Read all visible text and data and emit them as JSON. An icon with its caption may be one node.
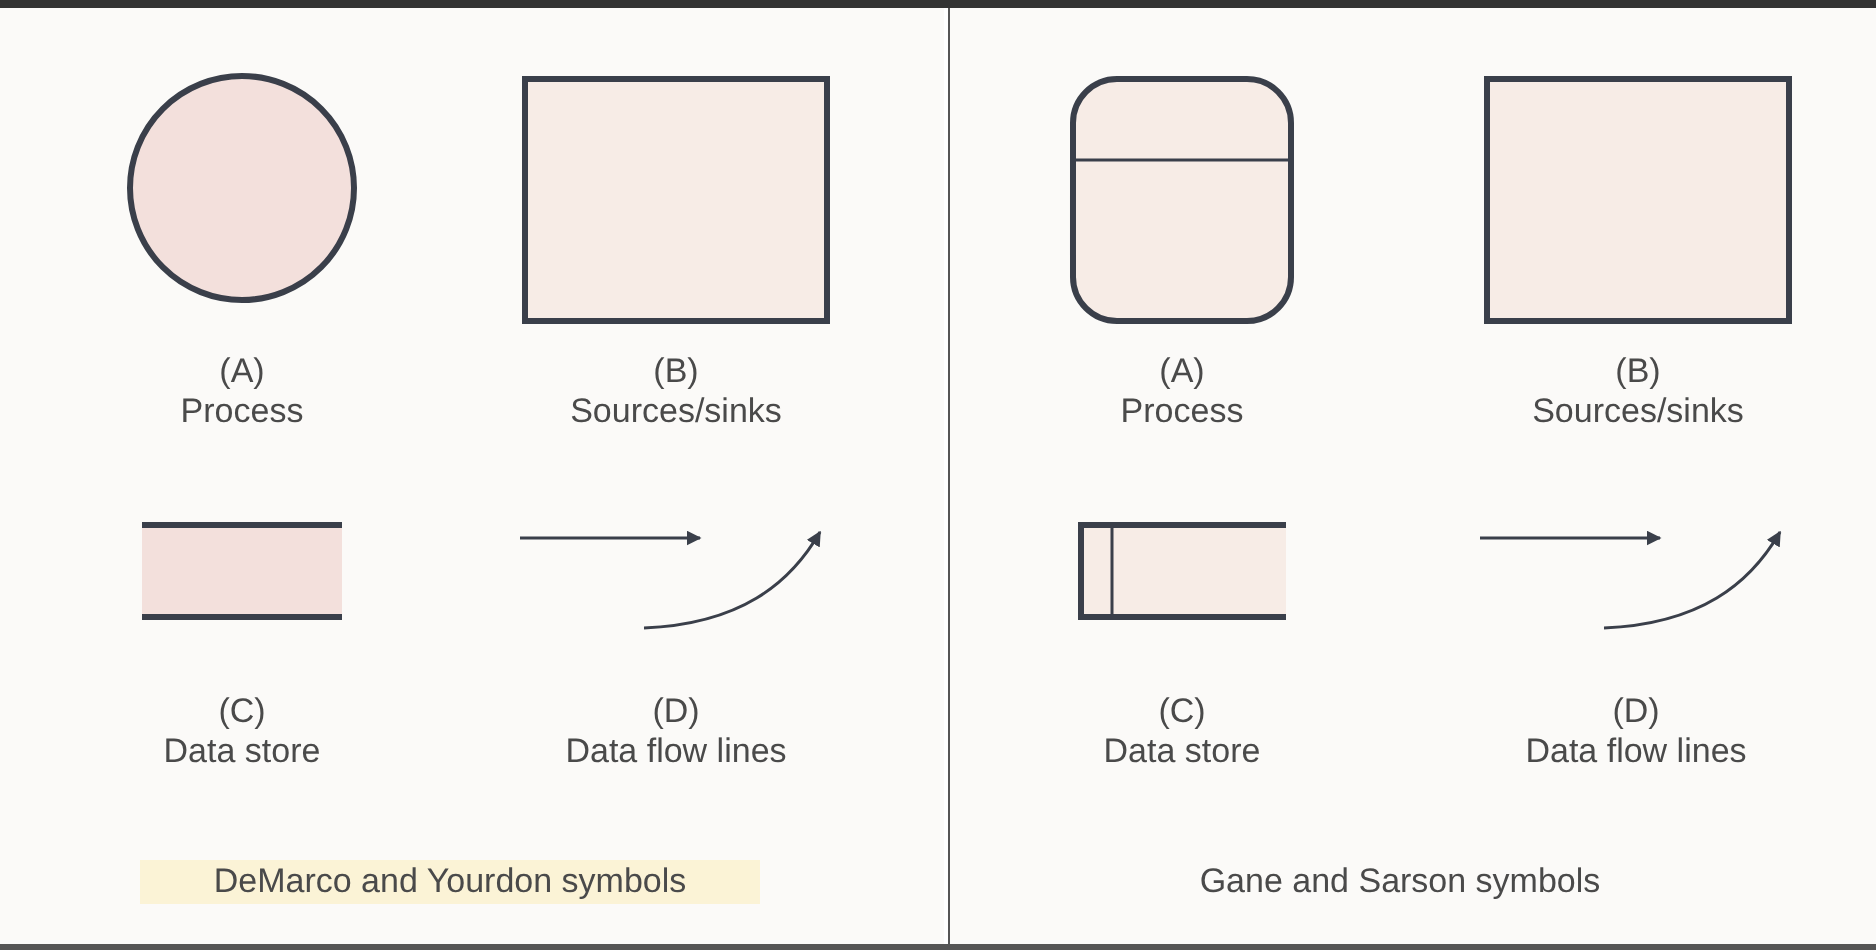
{
  "diagram": {
    "nodes": [
      {
        "text": [
          "DeMarco and Yourdon symbols"
        ]
      },
      {
        "text": [
          "(A)",
          "Process"
        ],
        "in": 0
      },
      {
        "text": [
          "(B)",
          "Sources/sinks"
        ],
        "in": 0
      },
      {
        "text": [
          "(C)",
          "Data store"
        ],
        "in": 0
      },
      {
        "text": [
          "Gane and Sarson symbols"
        ]
      },
      {
        "text": [
          "(A)",
          "Process"
        ],
        "in": 4
      },
      {
        "text": [
          "(B)",
          "Sources/sinks"
        ],
        "in": 4
      },
      {
        "text": [
          "(C)",
          "Data store"
        ],
        "in": 4
      }
    ],
    "labels": [
      "(D)",
      "Data flow lines",
      "(D)",
      "Data flow lines"
    ]
  }
}
